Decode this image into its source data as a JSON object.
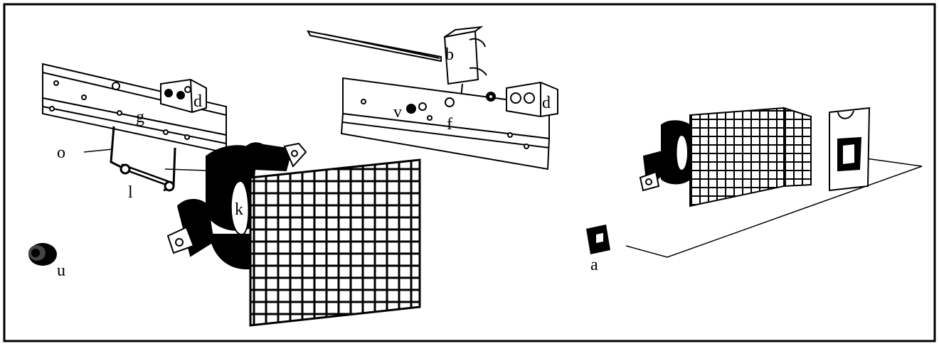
{
  "diagram": {
    "labels": {
      "b": "b",
      "d_left": "d",
      "d_right": "d",
      "g": "g",
      "o": "o",
      "l": "l",
      "k": "k",
      "u": "u",
      "v": "v",
      "f": "f",
      "a": "a"
    },
    "colors": {
      "ink": "#000000",
      "paper": "#ffffff"
    }
  }
}
